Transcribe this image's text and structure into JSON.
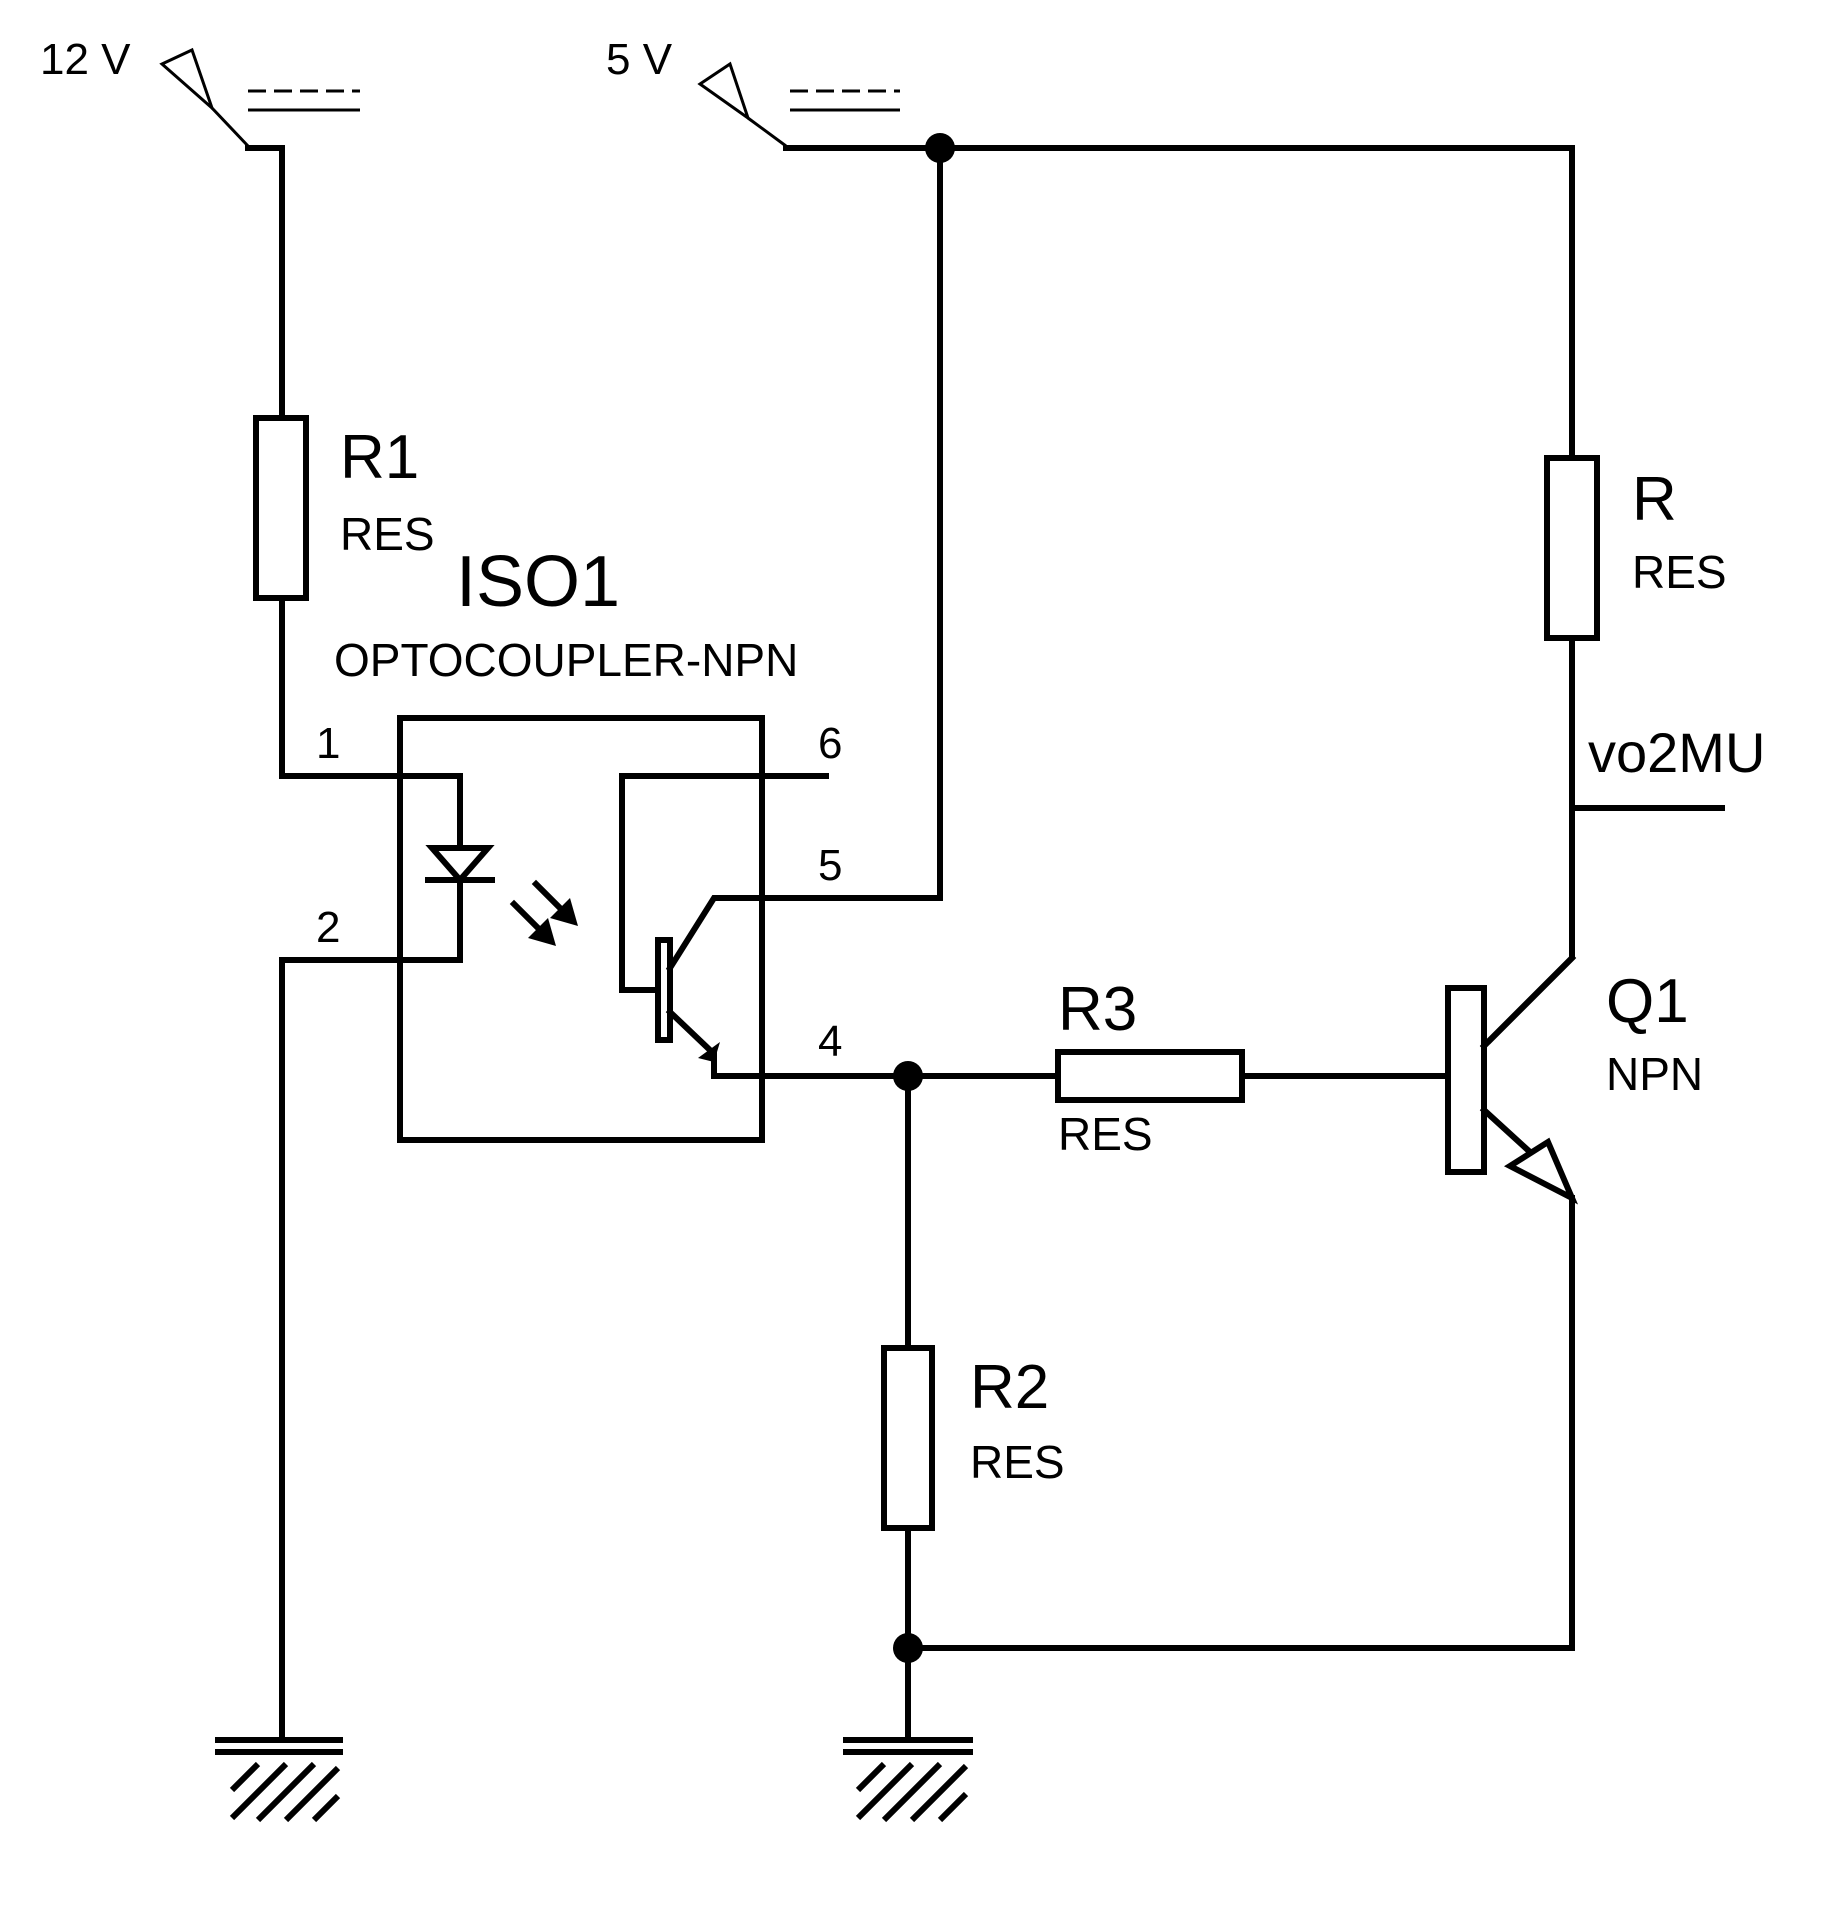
{
  "supplies": {
    "v12": {
      "label": "12 V"
    },
    "v5": {
      "label": "5 V"
    }
  },
  "components": {
    "r1": {
      "ref": "R1",
      "value": "RES"
    },
    "r": {
      "ref": "R",
      "value": "RES"
    },
    "r2": {
      "ref": "R2",
      "value": "RES"
    },
    "r3": {
      "ref": "R3",
      "value": "RES"
    },
    "iso1": {
      "ref": "ISO1",
      "value": "OPTOCOUPLER-NPN",
      "pins": [
        "1",
        "2",
        "4",
        "5",
        "6"
      ]
    },
    "q1": {
      "ref": "Q1",
      "value": "NPN"
    }
  },
  "nets": {
    "output": {
      "label": "vo2MU"
    }
  }
}
